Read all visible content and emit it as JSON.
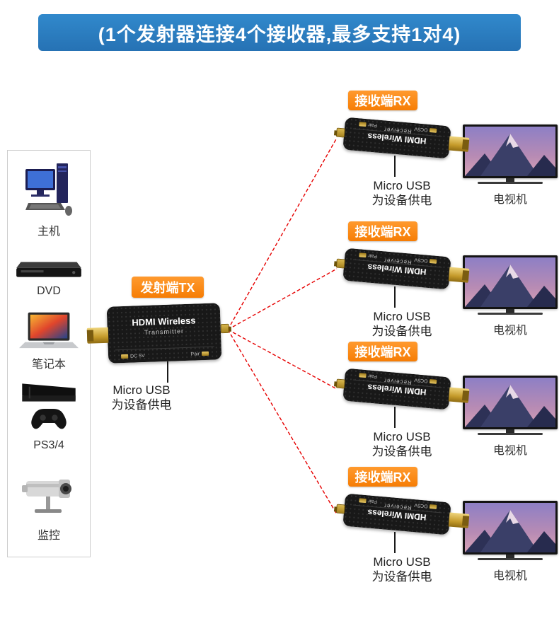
{
  "banner": {
    "title": "(1个发射器连接4个接收器,最多支持1对4)"
  },
  "sources": {
    "items": [
      {
        "label": "主机",
        "icon": "desktop-pc-icon"
      },
      {
        "label": "DVD",
        "icon": "dvd-player-icon"
      },
      {
        "label": "笔记本",
        "icon": "laptop-icon"
      },
      {
        "label": "PS3/4",
        "icon": "game-console-icon"
      },
      {
        "label": "监控",
        "icon": "cctv-camera-icon"
      }
    ]
  },
  "transmitter": {
    "badge": "发射端TX",
    "device_name": "HDMI Wireless",
    "device_role": "Transmitter",
    "port_dc": "DC 5V",
    "port_pair": "Pair",
    "power_note_line1": "Micro USB",
    "power_note_line2": "为设备供电"
  },
  "receivers": [
    {
      "badge": "接收端RX",
      "device_name": "HDMI Wireless",
      "device_role": "Receiver",
      "port_dc": "DC5V",
      "port_pair": "Pair",
      "power_note_line1": "Micro USB",
      "power_note_line2": "为设备供电",
      "tv_label": "电视机"
    },
    {
      "badge": "接收端RX",
      "device_name": "HDMI Wireless",
      "device_role": "Receiver",
      "port_dc": "DC5V",
      "port_pair": "Pair",
      "power_note_line1": "Micro USB",
      "power_note_line2": "为设备供电",
      "tv_label": "电视机"
    },
    {
      "badge": "接收端RX",
      "device_name": "HDMI Wireless",
      "device_role": "Receiver",
      "port_dc": "DC5V",
      "port_pair": "Pair",
      "power_note_line1": "Micro USB",
      "power_note_line2": "为设备供电",
      "tv_label": "电视机"
    },
    {
      "badge": "接收端RX",
      "device_name": "HDMI Wireless",
      "device_role": "Receiver",
      "port_dc": "DC5V",
      "port_pair": "Pair",
      "power_note_line1": "Micro USB",
      "power_note_line2": "为设备供电",
      "tv_label": "电视机"
    }
  ],
  "colors": {
    "banner_blue": "#2b7fc3",
    "badge_orange": "#f67d05",
    "wireless_link_red": "#e60000",
    "cable_black": "#1a1a1a"
  }
}
